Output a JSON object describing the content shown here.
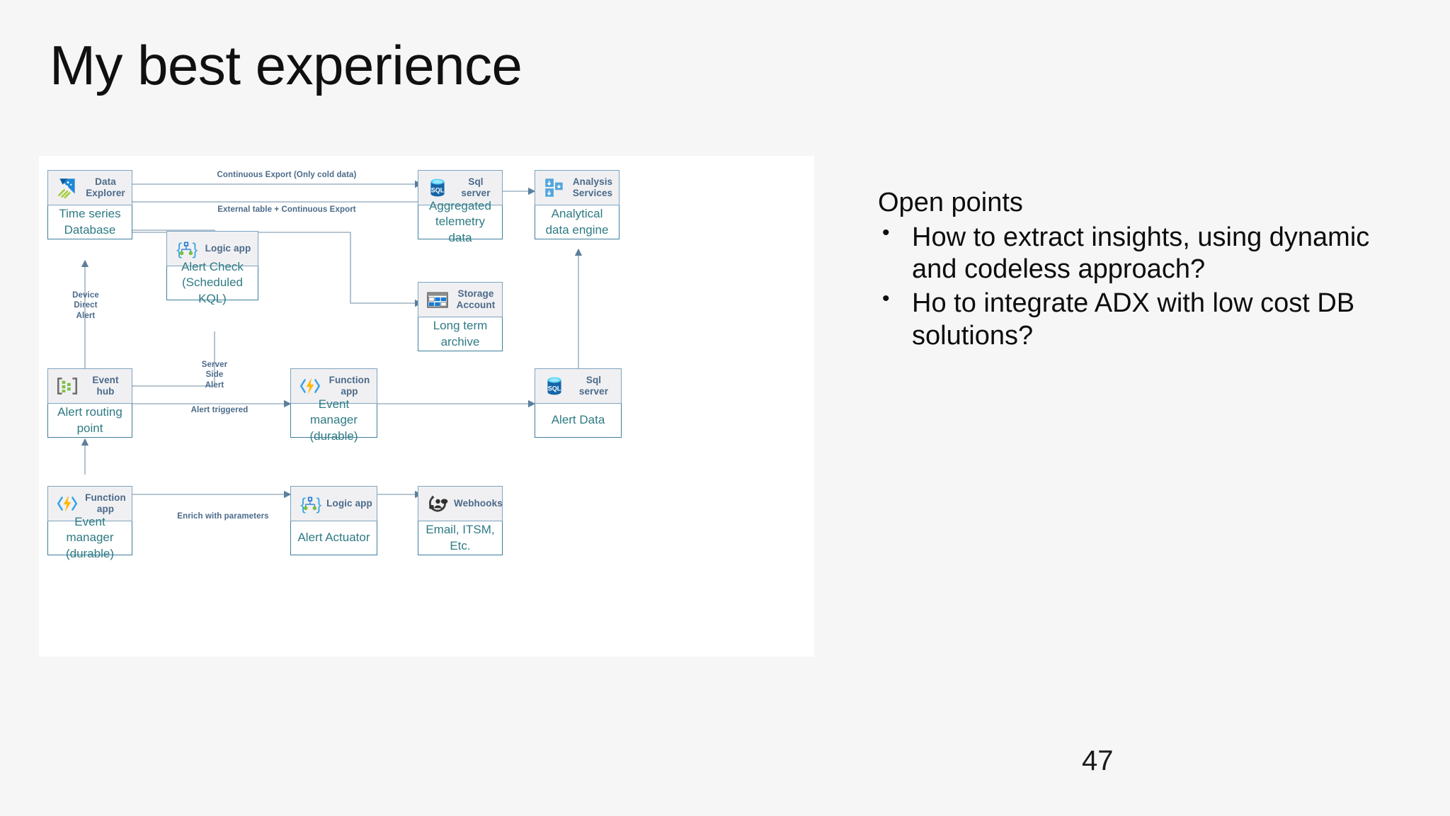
{
  "slide": {
    "title": "My best experience",
    "page_number": "47",
    "background_color": "#f6f6f6"
  },
  "open_points": {
    "heading": "Open points",
    "bullets": [
      "How to extract insights, using dynamic and codeless approach?",
      "Ho to integrate ADX with low cost DB solutions?"
    ]
  },
  "diagram": {
    "background_color": "#ffffff",
    "node_header_color": "#f0f0f2",
    "node_border_color": "#3f7e9e",
    "node_title_color": "#4b6a8a",
    "node_body_text_color": "#2f7b84",
    "connector_color": "#7b96ab",
    "nodes": [
      {
        "id": "data-explorer",
        "title": "Data Explorer",
        "icon": "azure-data-explorer-icon",
        "body": "Time series\nDatabase"
      },
      {
        "id": "sql-server-agg",
        "title": "Sql server",
        "icon": "sql-server-icon",
        "body": "Aggregated\ntelemetry data"
      },
      {
        "id": "analysis-services",
        "title": "Analysis\nServices",
        "icon": "analysis-services-icon",
        "body": "Analytical data\nengine"
      },
      {
        "id": "storage-account",
        "title": "Storage\nAccount",
        "icon": "storage-account-icon",
        "body": "Long term archive"
      },
      {
        "id": "logic-app-check",
        "title": "Logic app",
        "icon": "logic-app-icon",
        "body": "Alert Check\n(Scheduled KQL)"
      },
      {
        "id": "event-hub",
        "title": "Event hub",
        "icon": "event-hub-icon",
        "body": "Alert routing point"
      },
      {
        "id": "function-app-mid",
        "title": "Function app",
        "icon": "function-app-icon",
        "body": "Event manager\n(durable)"
      },
      {
        "id": "sql-server-alert",
        "title": "Sql server",
        "icon": "sql-server-icon",
        "body": "Alert Data"
      },
      {
        "id": "function-app-bot",
        "title": "Function app",
        "icon": "function-app-icon",
        "body": "Event manager\n(durable)"
      },
      {
        "id": "logic-app-act",
        "title": "Logic app",
        "icon": "logic-app-icon",
        "body": "Alert\nActuator"
      },
      {
        "id": "webhooks",
        "title": "Webhooks",
        "icon": "webhooks-icon",
        "body": "Email, ITSM, Etc."
      }
    ],
    "edge_labels": [
      {
        "id": "continuous-export",
        "text": "Continuous Export (Only cold data)"
      },
      {
        "id": "external-table",
        "text": "External table + Continuous Export"
      },
      {
        "id": "device-direct",
        "text": "Device\nDirect\nAlert"
      },
      {
        "id": "server-side",
        "text": "Server\nSide\nAlert"
      },
      {
        "id": "alert-triggered",
        "text": "Alert triggered"
      },
      {
        "id": "enrich-params",
        "text": "Enrich with parameters"
      }
    ]
  }
}
